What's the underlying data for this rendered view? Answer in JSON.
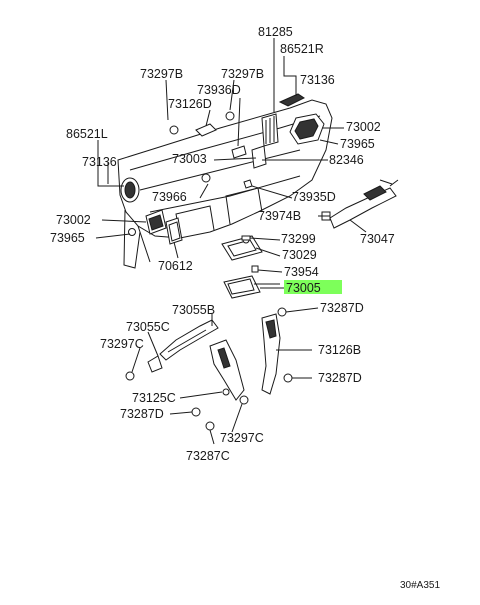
{
  "labels": [
    "81285",
    "86521R",
    "73297B",
    "73297B",
    "73136",
    "73126D",
    "73936D",
    "86521L",
    "73002",
    "73965",
    "73003",
    "82346",
    "73136",
    "73966",
    "73935D",
    "73974B",
    "73002",
    "73965",
    "73299",
    "73047",
    "73029",
    "70612",
    "73954",
    "73005",
    "73287D",
    "73055B",
    "73055C",
    "73297C",
    "73126B",
    "73287D",
    "73125C",
    "73287D",
    "73297C",
    "73287C"
  ],
  "highlighted_label": "73005",
  "drawing_code": "30#A351"
}
